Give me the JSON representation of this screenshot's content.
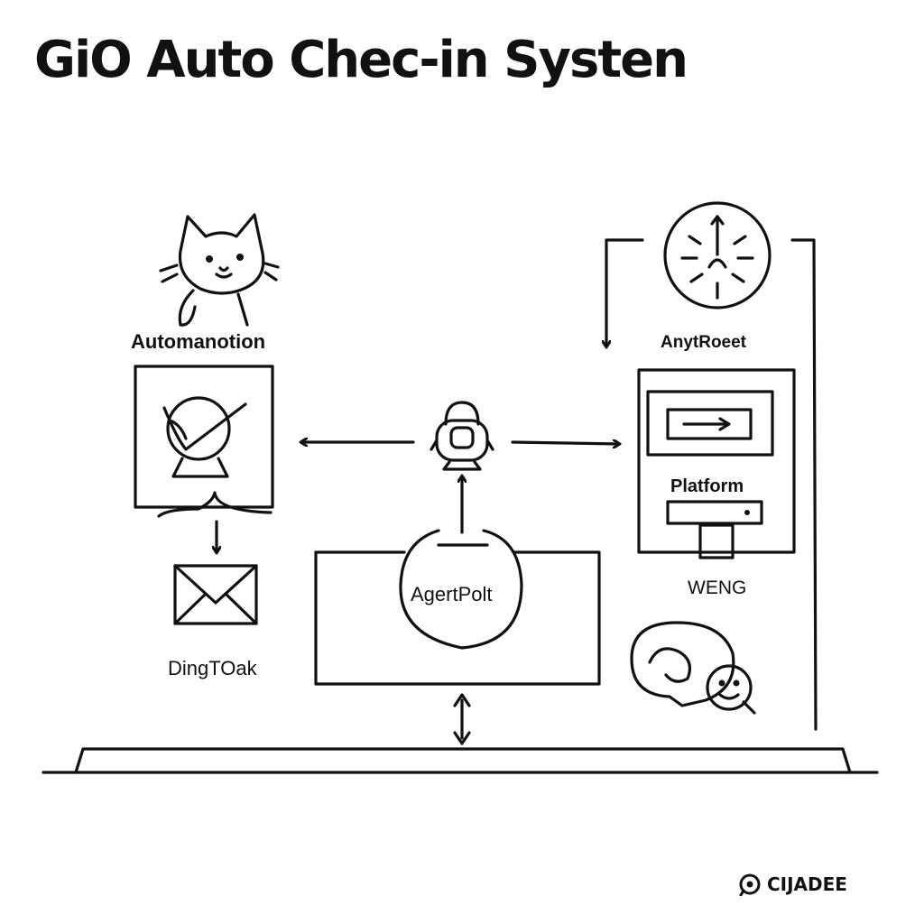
{
  "title": "GiO Auto Chec-in Systen",
  "nodes": {
    "automation": {
      "label": "Automanotion",
      "icon": "cat-icon"
    },
    "checkin_screen": {
      "icon": "checkmark-monitor-icon"
    },
    "dingtalk": {
      "label": "DingTOak",
      "icon": "envelope-icon"
    },
    "robot": {
      "icon": "robot-head-icon"
    },
    "agent": {
      "label": "AgertPolt"
    },
    "any_robot": {
      "label": "AnytRoeet",
      "icon": "clock-icon"
    },
    "platform": {
      "label": "Platform",
      "sublabel": "WENG"
    },
    "chat": {
      "icon": "chat-bubbles-icon"
    }
  },
  "watermark": {
    "text": "CIJADEE",
    "icon": "logo-icon"
  },
  "colors": {
    "ink": "#111111",
    "background": "#ffffff"
  }
}
